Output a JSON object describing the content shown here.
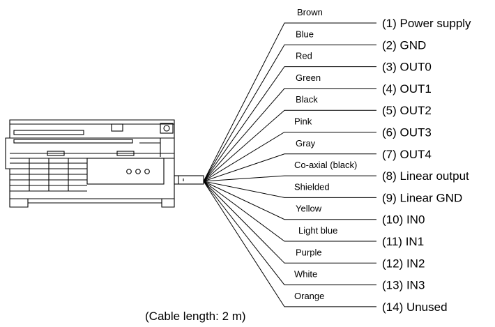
{
  "wires": [
    {
      "color": "Brown",
      "terminal": "(1) Power supply"
    },
    {
      "color": "Blue",
      "terminal": "(2) GND"
    },
    {
      "color": "Red",
      "terminal": "(3) OUT0"
    },
    {
      "color": "Green",
      "terminal": "(4) OUT1"
    },
    {
      "color": "Black",
      "terminal": "(5) OUT2"
    },
    {
      "color": "Pink",
      "terminal": "(6) OUT3"
    },
    {
      "color": "Gray",
      "terminal": "(7) OUT4"
    },
    {
      "color": "Co-axial (black)",
      "terminal": "(8) Linear output"
    },
    {
      "color": "Shielded",
      "terminal": "(9) Linear GND"
    },
    {
      "color": "Yellow",
      "terminal": "(10) IN0"
    },
    {
      "color": "Light blue",
      "terminal": "(11) IN1"
    },
    {
      "color": "Purple",
      "terminal": "(12) IN2"
    },
    {
      "color": "White",
      "terminal": "(13) IN3"
    },
    {
      "color": "Orange",
      "terminal": "(14) Unused"
    }
  ],
  "caption": "(Cable length: 2 m)"
}
